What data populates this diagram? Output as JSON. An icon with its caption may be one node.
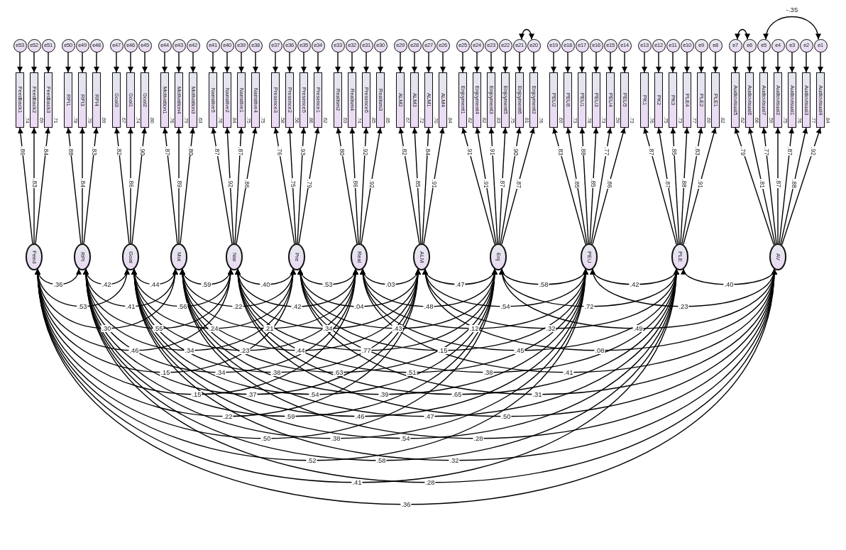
{
  "diagram": {
    "nodes": [
      {
        "text": [
          "e53"
        ]
      },
      {
        "text": [
          "e52"
        ]
      },
      {
        "text": [
          "e51"
        ]
      },
      {
        "text": [
          "e50"
        ]
      },
      {
        "text": [
          "e49"
        ]
      },
      {
        "text": [
          "e48"
        ]
      },
      {
        "text": [
          "e47"
        ]
      },
      {
        "text": [
          "e46"
        ]
      },
      {
        "text": [
          "e45"
        ]
      },
      {
        "text": [
          "e44"
        ]
      },
      {
        "text": [
          "e43"
        ]
      },
      {
        "text": [
          "e42"
        ]
      },
      {
        "text": [
          "e41"
        ]
      },
      {
        "text": [
          "e40"
        ]
      },
      {
        "text": [
          "e39"
        ]
      },
      {
        "text": [
          "e38"
        ]
      },
      {
        "text": [
          "e37"
        ]
      },
      {
        "text": [
          "e36"
        ]
      },
      {
        "text": [
          "e35"
        ]
      },
      {
        "text": [
          "e34"
        ]
      },
      {
        "text": [
          "e33"
        ]
      },
      {
        "text": [
          "e32"
        ]
      },
      {
        "text": [
          "e31"
        ]
      },
      {
        "text": [
          "e30"
        ]
      },
      {
        "text": [
          "e29"
        ]
      },
      {
        "text": [
          "e28"
        ]
      },
      {
        "text": [
          "e27"
        ]
      },
      {
        "text": [
          "e26"
        ]
      },
      {
        "text": [
          "e25"
        ]
      },
      {
        "text": [
          "e24"
        ]
      },
      {
        "text": [
          "e23"
        ]
      },
      {
        "text": [
          "e22"
        ]
      },
      {
        "text": [
          "e21"
        ]
      },
      {
        "text": [
          "e20"
        ]
      },
      {
        "text": [
          "e19"
        ]
      },
      {
        "text": [
          "e18"
        ]
      },
      {
        "text": [
          "e17"
        ]
      },
      {
        "text": [
          "e16"
        ]
      },
      {
        "text": [
          "e15"
        ]
      },
      {
        "text": [
          "e14"
        ]
      },
      {
        "text": [
          "e13"
        ]
      },
      {
        "text": [
          "e12"
        ]
      },
      {
        "text": [
          "e11"
        ]
      },
      {
        "text": [
          "e10"
        ]
      },
      {
        "text": [
          "e9"
        ]
      },
      {
        "text": [
          "e8"
        ]
      },
      {
        "text": [
          "e7"
        ]
      },
      {
        "text": [
          "e6"
        ]
      },
      {
        "text": [
          "e5"
        ]
      },
      {
        "text": [
          "e4"
        ]
      },
      {
        "text": [
          "e3"
        ]
      },
      {
        "text": [
          "e2"
        ]
      },
      {
        "text": [
          "e1"
        ]
      },
      {
        "text": [
          "Feedback1"
        ],
        "beside": [
          ".74"
        ]
      },
      {
        "text": [
          "Feedback2"
        ],
        "beside": [
          ".69"
        ]
      },
      {
        "text": [
          "Feedback3"
        ],
        "beside": [
          ".71"
        ]
      },
      {
        "text": [
          "RPI1"
        ],
        "beside": [
          ".78"
        ]
      },
      {
        "text": [
          "RPI3"
        ],
        "beside": [
          ".70"
        ]
      },
      {
        "text": [
          "RPI4"
        ],
        "beside": [
          ".69"
        ]
      },
      {
        "text": [
          "Goal3"
        ],
        "beside": [
          ".67"
        ]
      },
      {
        "text": [
          "Goal1"
        ],
        "beside": [
          ".74"
        ]
      },
      {
        "text": [
          "Goal2"
        ],
        "beside": [
          ".80"
        ]
      },
      {
        "text": [
          "Motivation1"
        ],
        "beside": [
          ".76"
        ]
      },
      {
        "text": [
          "Motivation4"
        ],
        "beside": [
          ".79"
        ]
      },
      {
        "text": [
          "Motivation3"
        ],
        "beside": [
          ".63"
        ]
      },
      {
        "text": [
          "Narrative5"
        ],
        "beside": [
          ".76"
        ]
      },
      {
        "text": [
          "Narrative2"
        ],
        "beside": [
          ".84"
        ]
      },
      {
        "text": [
          "Narrative1"
        ],
        "beside": [
          ".75"
        ]
      },
      {
        "text": [
          "Narrative4"
        ],
        "beside": [
          ".75"
        ]
      },
      {
        "text": [
          "Presence3"
        ],
        "beside": [
          ".58"
        ]
      },
      {
        "text": [
          "Presence2"
        ],
        "beside": [
          ".56"
        ]
      },
      {
        "text": [
          "Presence5"
        ],
        "beside": [
          ".86"
        ]
      },
      {
        "text": [
          "Presence1"
        ],
        "beside": [
          ".62"
        ]
      },
      {
        "text": [
          "Realism2"
        ],
        "beside": [
          ".63"
        ]
      },
      {
        "text": [
          "Realism4"
        ],
        "beside": [
          ".74"
        ]
      },
      {
        "text": [
          "Presence6"
        ],
        "beside": [
          ".85"
        ]
      },
      {
        "text": [
          "Realism3"
        ],
        "beside": [
          ".85"
        ]
      },
      {
        "text": [
          "ALM2"
        ],
        "beside": [
          ".67"
        ]
      },
      {
        "text": [
          "ALM3"
        ],
        "beside": [
          ".72"
        ]
      },
      {
        "text": [
          "ALM1"
        ],
        "beside": [
          ".70"
        ]
      },
      {
        "text": [
          "ALM4"
        ],
        "beside": [
          ".84"
        ]
      },
      {
        "text": [
          "Enjoyment1"
        ],
        "beside": [
          ".82"
        ]
      },
      {
        "text": [
          "Enjoyment4"
        ],
        "beside": [
          ".82"
        ]
      },
      {
        "text": [
          "Enjoyment3"
        ],
        "beside": [
          ".83"
        ]
      },
      {
        "text": [
          "Enjoyment5"
        ],
        "beside": [
          ".75"
        ]
      },
      {
        "text": [
          "Enjoyment6"
        ],
        "beside": [
          ".81"
        ]
      },
      {
        "text": [
          "Enjoyment2"
        ],
        "beside": [
          ".76"
        ]
      },
      {
        "text": [
          "PEU2"
        ],
        "beside": [
          ".69"
        ]
      },
      {
        "text": [
          "PEU6"
        ],
        "beside": [
          ".73"
        ]
      },
      {
        "text": [
          "PEU1"
        ],
        "beside": [
          ".78"
        ]
      },
      {
        "text": [
          "PEU3"
        ],
        "beside": [
          ".73"
        ]
      },
      {
        "text": [
          "PEU4"
        ],
        "beside": [
          ".59"
        ]
      },
      {
        "text": [
          "PEU5"
        ],
        "beside": [
          ".73"
        ]
      },
      {
        "text": [
          "PK1"
        ],
        "beside": [
          ".76"
        ]
      },
      {
        "text": [
          "PK2"
        ],
        "beside": [
          ".75"
        ]
      },
      {
        "text": [
          "PK3"
        ],
        "beside": [
          ".73"
        ]
      },
      {
        "text": [
          "PLE4"
        ],
        "beside": [
          ".77"
        ]
      },
      {
        "text": [
          "PLE2"
        ],
        "beside": [
          ".69"
        ]
      },
      {
        "text": [
          "PLE1"
        ],
        "beside": [
          ".82"
        ]
      },
      {
        "text": [
          "Audiovisual5"
        ],
        "beside": [
          ".62"
        ]
      },
      {
        "text": [
          "Audiovisual6"
        ],
        "beside": [
          ".66"
        ]
      },
      {
        "text": [
          "Audiovisual7"
        ],
        "beside": [
          ".59"
        ]
      },
      {
        "text": [
          "Audiovisual2"
        ],
        "beside": [
          ".75"
        ]
      },
      {
        "text": [
          "Audiovisual1"
        ],
        "beside": [
          ".76"
        ]
      },
      {
        "text": [
          "Audiovisual3"
        ],
        "beside": [
          ".77"
        ]
      },
      {
        "text": [
          "Audiovisual4"
        ],
        "beside": [
          ".84"
        ]
      },
      {
        "text": [
          "Feed"
        ]
      },
      {
        "text": [
          "RPI"
        ]
      },
      {
        "text": [
          "Goal"
        ]
      },
      {
        "text": [
          "Mot"
        ]
      },
      {
        "text": [
          "Nar"
        ]
      },
      {
        "text": [
          "Pre"
        ]
      },
      {
        "text": [
          "Real"
        ]
      },
      {
        "text": [
          "ALM"
        ]
      },
      {
        "text": [
          "Enj"
        ]
      },
      {
        "text": [
          "PEU"
        ]
      },
      {
        "text": [
          "PLE"
        ]
      },
      {
        "text": [
          "AV"
        ]
      }
    ],
    "edges": [
      {
        "from": 0,
        "to": 53,
        "arrow": "to"
      },
      {
        "from": 1,
        "to": 54,
        "arrow": "to"
      },
      {
        "from": 2,
        "to": 55,
        "arrow": "to"
      },
      {
        "from": 3,
        "to": 56,
        "arrow": "to"
      },
      {
        "from": 4,
        "to": 57,
        "arrow": "to"
      },
      {
        "from": 5,
        "to": 58,
        "arrow": "to"
      },
      {
        "from": 6,
        "to": 59,
        "arrow": "to"
      },
      {
        "from": 7,
        "to": 60,
        "arrow": "to"
      },
      {
        "from": 8,
        "to": 61,
        "arrow": "to"
      },
      {
        "from": 9,
        "to": 62,
        "arrow": "to"
      },
      {
        "from": 10,
        "to": 63,
        "arrow": "to"
      },
      {
        "from": 11,
        "to": 64,
        "arrow": "to"
      },
      {
        "from": 12,
        "to": 65,
        "arrow": "to"
      },
      {
        "from": 13,
        "to": 66,
        "arrow": "to"
      },
      {
        "from": 14,
        "to": 67,
        "arrow": "to"
      },
      {
        "from": 15,
        "to": 68,
        "arrow": "to"
      },
      {
        "from": 16,
        "to": 69,
        "arrow": "to"
      },
      {
        "from": 17,
        "to": 70,
        "arrow": "to"
      },
      {
        "from": 18,
        "to": 71,
        "arrow": "to"
      },
      {
        "from": 19,
        "to": 72,
        "arrow": "to"
      },
      {
        "from": 20,
        "to": 73,
        "arrow": "to"
      },
      {
        "from": 21,
        "to": 74,
        "arrow": "to"
      },
      {
        "from": 22,
        "to": 75,
        "arrow": "to"
      },
      {
        "from": 23,
        "to": 76,
        "arrow": "to"
      },
      {
        "from": 24,
        "to": 77,
        "arrow": "to"
      },
      {
        "from": 25,
        "to": 78,
        "arrow": "to"
      },
      {
        "from": 26,
        "to": 79,
        "arrow": "to"
      },
      {
        "from": 27,
        "to": 80,
        "arrow": "to"
      },
      {
        "from": 28,
        "to": 81,
        "arrow": "to"
      },
      {
        "from": 29,
        "to": 82,
        "arrow": "to"
      },
      {
        "from": 30,
        "to": 83,
        "arrow": "to"
      },
      {
        "from": 31,
        "to": 84,
        "arrow": "to"
      },
      {
        "from": 32,
        "to": 85,
        "arrow": "to"
      },
      {
        "from": 33,
        "to": 86,
        "arrow": "to"
      },
      {
        "from": 34,
        "to": 87,
        "arrow": "to"
      },
      {
        "from": 35,
        "to": 88,
        "arrow": "to"
      },
      {
        "from": 36,
        "to": 89,
        "arrow": "to"
      },
      {
        "from": 37,
        "to": 90,
        "arrow": "to"
      },
      {
        "from": 38,
        "to": 91,
        "arrow": "to"
      },
      {
        "from": 39,
        "to": 92,
        "arrow": "to"
      },
      {
        "from": 40,
        "to": 93,
        "arrow": "to"
      },
      {
        "from": 41,
        "to": 94,
        "arrow": "to"
      },
      {
        "from": 42,
        "to": 95,
        "arrow": "to"
      },
      {
        "from": 43,
        "to": 96,
        "arrow": "to"
      },
      {
        "from": 44,
        "to": 97,
        "arrow": "to"
      },
      {
        "from": 45,
        "to": 98,
        "arrow": "to"
      },
      {
        "from": 46,
        "to": 99,
        "arrow": "to"
      },
      {
        "from": 47,
        "to": 100,
        "arrow": "to"
      },
      {
        "from": 48,
        "to": 101,
        "arrow": "to"
      },
      {
        "from": 49,
        "to": 102,
        "arrow": "to"
      },
      {
        "from": 50,
        "to": 103,
        "arrow": "to"
      },
      {
        "from": 51,
        "to": 104,
        "arrow": "to"
      },
      {
        "from": 52,
        "to": 105,
        "arrow": "to"
      },
      {
        "from": 106,
        "to": 53,
        "arrow": "to",
        "label": ".86"
      },
      {
        "from": 106,
        "to": 54,
        "arrow": "to",
        "label": ".83"
      },
      {
        "from": 106,
        "to": 55,
        "arrow": "to",
        "label": ".84"
      },
      {
        "from": 107,
        "to": 56,
        "arrow": "to",
        "label": ".88"
      },
      {
        "from": 107,
        "to": 57,
        "arrow": "to",
        "label": ".84"
      },
      {
        "from": 107,
        "to": 58,
        "arrow": "to",
        "label": ".83"
      },
      {
        "from": 108,
        "to": 59,
        "arrow": "to",
        "label": ".82"
      },
      {
        "from": 108,
        "to": 60,
        "arrow": "to",
        "label": ".86"
      },
      {
        "from": 108,
        "to": 61,
        "arrow": "to",
        "label": ".90"
      },
      {
        "from": 109,
        "to": 62,
        "arrow": "to",
        "label": ".87"
      },
      {
        "from": 109,
        "to": 63,
        "arrow": "to",
        "label": ".89"
      },
      {
        "from": 109,
        "to": 64,
        "arrow": "to",
        "label": ".80"
      },
      {
        "from": 110,
        "to": 65,
        "arrow": "to",
        "label": ".87"
      },
      {
        "from": 110,
        "to": 66,
        "arrow": "to",
        "label": ".92"
      },
      {
        "from": 110,
        "to": 67,
        "arrow": "to",
        "label": ".87"
      },
      {
        "from": 110,
        "to": 68,
        "arrow": "to",
        "label": ".86"
      },
      {
        "from": 111,
        "to": 69,
        "arrow": "to",
        "label": ".76"
      },
      {
        "from": 111,
        "to": 70,
        "arrow": "to",
        "label": ".75"
      },
      {
        "from": 111,
        "to": 71,
        "arrow": "to",
        "label": ".93"
      },
      {
        "from": 111,
        "to": 72,
        "arrow": "to",
        "label": ".79"
      },
      {
        "from": 112,
        "to": 73,
        "arrow": "to",
        "label": ".80"
      },
      {
        "from": 112,
        "to": 74,
        "arrow": "to",
        "label": ".86"
      },
      {
        "from": 112,
        "to": 75,
        "arrow": "to",
        "label": ".92"
      },
      {
        "from": 112,
        "to": 76,
        "arrow": "to",
        "label": ".92"
      },
      {
        "from": 113,
        "to": 77,
        "arrow": "to",
        "label": ".82"
      },
      {
        "from": 113,
        "to": 78,
        "arrow": "to",
        "label": ".85"
      },
      {
        "from": 113,
        "to": 79,
        "arrow": "to",
        "label": ".84"
      },
      {
        "from": 113,
        "to": 80,
        "arrow": "to",
        "label": ".91"
      },
      {
        "from": 114,
        "to": 81,
        "arrow": "to",
        "label": ".91"
      },
      {
        "from": 114,
        "to": 82,
        "arrow": "to",
        "label": ".91"
      },
      {
        "from": 114,
        "to": 83,
        "arrow": "to",
        "label": ".91"
      },
      {
        "from": 114,
        "to": 84,
        "arrow": "to",
        "label": ".87"
      },
      {
        "from": 114,
        "to": 85,
        "arrow": "to",
        "label": ".90"
      },
      {
        "from": 114,
        "to": 86,
        "arrow": "to",
        "label": ".87"
      },
      {
        "from": 115,
        "to": 87,
        "arrow": "to",
        "label": ".83"
      },
      {
        "from": 115,
        "to": 88,
        "arrow": "to",
        "label": ".85"
      },
      {
        "from": 115,
        "to": 89,
        "arrow": "to",
        "label": ".88"
      },
      {
        "from": 115,
        "to": 90,
        "arrow": "to",
        "label": ".85"
      },
      {
        "from": 115,
        "to": 91,
        "arrow": "to",
        "label": ".77"
      },
      {
        "from": 115,
        "to": 92,
        "arrow": "to",
        "label": ".86"
      },
      {
        "from": 116,
        "to": 93,
        "arrow": "to",
        "label": ".87"
      },
      {
        "from": 116,
        "to": 94,
        "arrow": "to",
        "label": ".87"
      },
      {
        "from": 116,
        "to": 95,
        "arrow": "to",
        "label": ".85"
      },
      {
        "from": 116,
        "to": 96,
        "arrow": "to",
        "label": ".88"
      },
      {
        "from": 116,
        "to": 97,
        "arrow": "to",
        "label": ".83"
      },
      {
        "from": 116,
        "to": 98,
        "arrow": "to",
        "label": ".91"
      },
      {
        "from": 117,
        "to": 99,
        "arrow": "to",
        "label": ".79"
      },
      {
        "from": 117,
        "to": 100,
        "arrow": "to",
        "label": ".81"
      },
      {
        "from": 117,
        "to": 101,
        "arrow": "to",
        "label": ".77"
      },
      {
        "from": 117,
        "to": 102,
        "arrow": "to",
        "label": ".87"
      },
      {
        "from": 117,
        "to": 103,
        "arrow": "to",
        "label": ".87"
      },
      {
        "from": 117,
        "to": 104,
        "arrow": "to",
        "label": ".88"
      },
      {
        "from": 117,
        "to": 105,
        "arrow": "to",
        "label": ".92"
      },
      {
        "from": 106,
        "to": 107,
        "arrow": "both",
        "label": ".36"
      },
      {
        "from": 107,
        "to": 108,
        "arrow": "both",
        "label": ".42"
      },
      {
        "from": 108,
        "to": 109,
        "arrow": "both",
        "label": ".44"
      },
      {
        "from": 109,
        "to": 110,
        "arrow": "both",
        "label": ".59"
      },
      {
        "from": 110,
        "to": 111,
        "arrow": "both",
        "label": ".40"
      },
      {
        "from": 111,
        "to": 112,
        "arrow": "both",
        "label": ".53"
      },
      {
        "from": 112,
        "to": 113,
        "arrow": "both",
        "label": ".03"
      },
      {
        "from": 113,
        "to": 114,
        "arrow": "both",
        "label": ".47"
      },
      {
        "from": 114,
        "to": 115,
        "arrow": "both",
        "label": ".58"
      },
      {
        "from": 115,
        "to": 116,
        "arrow": "both",
        "label": ".42"
      },
      {
        "from": 116,
        "to": 117,
        "arrow": "both",
        "label": ".40"
      },
      {
        "from": 106,
        "to": 108,
        "arrow": "both",
        "label": ".53"
      },
      {
        "from": 107,
        "to": 109,
        "arrow": "both",
        "label": ".41"
      },
      {
        "from": 108,
        "to": 110,
        "arrow": "both",
        "label": ".56"
      },
      {
        "from": 109,
        "to": 111,
        "arrow": "both",
        "label": ".22"
      },
      {
        "from": 110,
        "to": 112,
        "arrow": "both",
        "label": ".42"
      },
      {
        "from": 111,
        "to": 113,
        "arrow": "both",
        "label": ".04"
      },
      {
        "from": 112,
        "to": 114,
        "arrow": "both",
        "label": ".48"
      },
      {
        "from": 113,
        "to": 115,
        "arrow": "both",
        "label": ".54"
      },
      {
        "from": 114,
        "to": 116,
        "arrow": "both",
        "label": ".72"
      },
      {
        "from": 115,
        "to": 117,
        "arrow": "both",
        "label": ".23"
      },
      {
        "from": 106,
        "to": 109,
        "arrow": "both",
        "label": ".30"
      },
      {
        "from": 107,
        "to": 110,
        "arrow": "both",
        "label": ".55"
      },
      {
        "from": 108,
        "to": 111,
        "arrow": "both",
        "label": ".24"
      },
      {
        "from": 109,
        "to": 112,
        "arrow": "both",
        "label": ".21"
      },
      {
        "from": 110,
        "to": 113,
        "arrow": "both",
        "label": ".34"
      },
      {
        "from": 111,
        "to": 114,
        "arrow": "both",
        "label": ".43"
      },
      {
        "from": 112,
        "to": 115,
        "arrow": "both",
        "label": ".12"
      },
      {
        "from": 113,
        "to": 116,
        "arrow": "both",
        "label": ".32"
      },
      {
        "from": 114,
        "to": 117,
        "arrow": "both",
        "label": ".49"
      },
      {
        "from": 106,
        "to": 110,
        "arrow": "both",
        "label": ".46"
      },
      {
        "from": 107,
        "to": 111,
        "arrow": "both",
        "label": ".34"
      },
      {
        "from": 108,
        "to": 112,
        "arrow": "both",
        "label": ".23"
      },
      {
        "from": 109,
        "to": 113,
        "arrow": "both",
        "label": ".44"
      },
      {
        "from": 110,
        "to": 114,
        "arrow": "both",
        "label": ".77"
      },
      {
        "from": 111,
        "to": 115,
        "arrow": "both",
        "label": ".15"
      },
      {
        "from": 112,
        "to": 116,
        "arrow": "both",
        "label": ".45"
      },
      {
        "from": 113,
        "to": 117,
        "arrow": "both",
        "label": ".08"
      },
      {
        "from": 106,
        "to": 111,
        "arrow": "both",
        "label": ".15"
      },
      {
        "from": 107,
        "to": 112,
        "arrow": "both",
        "label": ".34"
      },
      {
        "from": 108,
        "to": 113,
        "arrow": "both",
        "label": ".38"
      },
      {
        "from": 109,
        "to": 114,
        "arrow": "both",
        "label": ".63"
      },
      {
        "from": 110,
        "to": 115,
        "arrow": "both",
        "label": ".51"
      },
      {
        "from": 111,
        "to": 116,
        "arrow": "both",
        "label": ".38"
      },
      {
        "from": 112,
        "to": 117,
        "arrow": "both",
        "label": ".41"
      },
      {
        "from": 106,
        "to": 112,
        "arrow": "both",
        "label": ".15"
      },
      {
        "from": 107,
        "to": 113,
        "arrow": "both",
        "label": ".37"
      },
      {
        "from": 108,
        "to": 114,
        "arrow": "both",
        "label": ".54"
      },
      {
        "from": 109,
        "to": 115,
        "arrow": "both",
        "label": ".39"
      },
      {
        "from": 110,
        "to": 116,
        "arrow": "both",
        "label": ".65"
      },
      {
        "from": 111,
        "to": 117,
        "arrow": "both",
        "label": ".31"
      },
      {
        "from": 106,
        "to": 113,
        "arrow": "both",
        "label": ".22"
      },
      {
        "from": 107,
        "to": 114,
        "arrow": "both",
        "label": ".59"
      },
      {
        "from": 108,
        "to": 115,
        "arrow": "both",
        "label": ".46"
      },
      {
        "from": 109,
        "to": 116,
        "arrow": "both",
        "label": ".47"
      },
      {
        "from": 110,
        "to": 117,
        "arrow": "both",
        "label": ".50"
      },
      {
        "from": 106,
        "to": 114,
        "arrow": "both",
        "label": ".50"
      },
      {
        "from": 107,
        "to": 115,
        "arrow": "both",
        "label": ".38"
      },
      {
        "from": 108,
        "to": 116,
        "arrow": "both",
        "label": ".54"
      },
      {
        "from": 109,
        "to": 117,
        "arrow": "both",
        "label": ".28"
      },
      {
        "from": 106,
        "to": 115,
        "arrow": "both",
        "label": ".52"
      },
      {
        "from": 107,
        "to": 116,
        "arrow": "both",
        "label": ".58"
      },
      {
        "from": 108,
        "to": 117,
        "arrow": "both",
        "label": ".32"
      },
      {
        "from": 106,
        "to": 116,
        "arrow": "both",
        "label": ".41"
      },
      {
        "from": 107,
        "to": 117,
        "arrow": "both",
        "label": ".28"
      },
      {
        "from": 106,
        "to": 117,
        "arrow": "both",
        "label": ".36"
      },
      {
        "from": 32,
        "to": 33,
        "arrow": "both"
      },
      {
        "from": 46,
        "to": 47,
        "arrow": "both"
      },
      {
        "from": 48,
        "to": 52,
        "arrow": "both",
        "label": "-.35"
      }
    ]
  }
}
